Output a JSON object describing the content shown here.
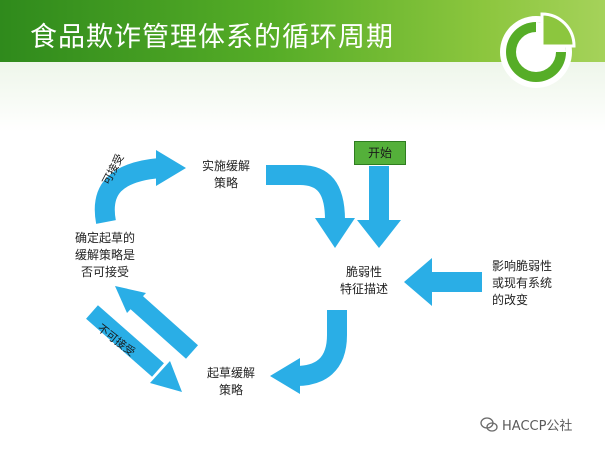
{
  "title": "食品欺诈管理体系的循环周期",
  "nodes": {
    "implement": "实施缓解\n策略",
    "determine": "确定起草的\n缓解策略是\n否可接受",
    "draft": "起草缓解\n策略",
    "vulnerability": "脆弱性\n特征描述",
    "changes": "影响脆弱性\n或现有系统\n的改变",
    "start": "开始"
  },
  "arrow_labels": {
    "acceptable": "可接受",
    "not_acceptable": "不可接受"
  },
  "watermark": "HACCP公社",
  "colors": {
    "header_green": "#56ad27",
    "arrow_blue": "#2aaee6",
    "start_green": "#54b03a"
  }
}
